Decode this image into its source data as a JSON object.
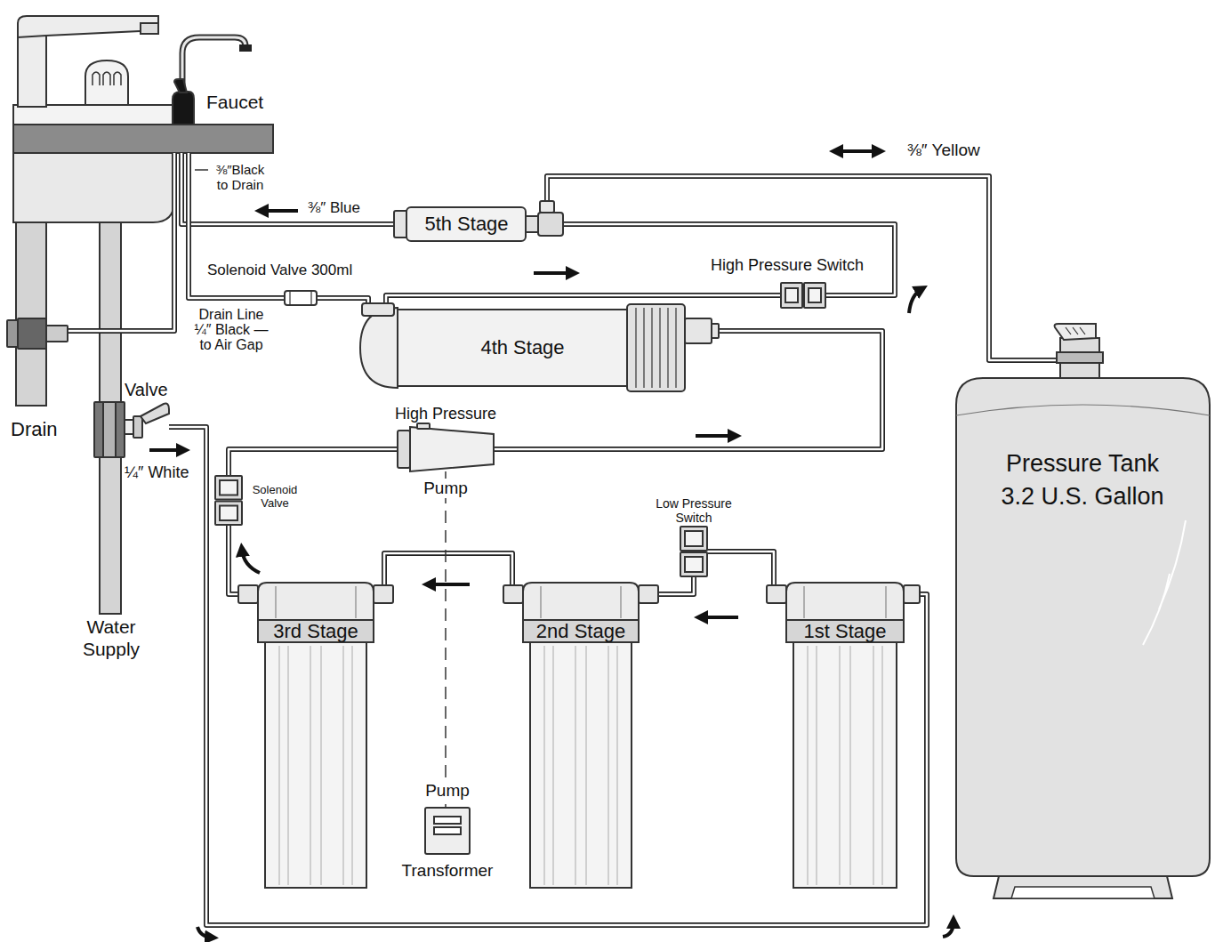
{
  "diagram": {
    "nodes": [
      {
        "text": [
          "Faucet"
        ]
      },
      {
        "text": [
          "5th Stage"
        ]
      },
      {
        "text": [
          "Solenoid Valve 300ml"
        ]
      },
      {
        "text": [
          "High Pressure Switch"
        ]
      },
      {
        "text": [
          "4th Stage"
        ]
      },
      {
        "text": [
          "Valve"
        ]
      },
      {
        "text": [
          "Drain"
        ]
      },
      {
        "text": [
          "High Pressure",
          "Pump"
        ]
      },
      {
        "text": [
          "Solenoid Valve"
        ]
      },
      {
        "text": [
          "Pressure Tank 3.2 U.S. Gallon"
        ]
      },
      {
        "text": [
          "Low Pressure Switch"
        ]
      },
      {
        "text": [
          "3rd Stage"
        ]
      },
      {
        "text": [
          "2nd Stage"
        ]
      },
      {
        "text": [
          "1st Stage"
        ]
      },
      {
        "text": [
          "Pump",
          "Transformer"
        ]
      }
    ],
    "edges": [
      {
        "from": 5,
        "to": 13,
        "label": "¼″ White",
        "arrow": "none"
      },
      {
        "from": 13,
        "to": 10,
        "arrow": "none"
      },
      {
        "from": 10,
        "to": 12,
        "arrow": "none"
      },
      {
        "from": 12,
        "to": 11,
        "arrow": "none"
      },
      {
        "from": 11,
        "to": 8,
        "arrow": "none"
      },
      {
        "from": 8,
        "to": 7,
        "arrow": "none"
      },
      {
        "from": 7,
        "to": 4,
        "arrow": "none"
      },
      {
        "from": 4,
        "to": 3,
        "arrow": "none"
      },
      {
        "from": 3,
        "to": 1,
        "arrow": "none"
      },
      {
        "from": 1,
        "to": 9,
        "label": "⅜″ Yellow",
        "arrow": "none"
      },
      {
        "from": 1,
        "to": 0,
        "label": "⅜″ Blue",
        "arrow": "none"
      },
      {
        "from": 4,
        "to": 2,
        "arrow": "none"
      },
      {
        "from": 2,
        "to": 0,
        "label": "Drain Line ¼″ Black — to Air Gap",
        "arrow": "none"
      },
      {
        "from": 0,
        "to": 6,
        "label": "⅜″Black to Drain",
        "arrow": "none"
      },
      {
        "from": 7,
        "to": 14,
        "arrow": "none"
      }
    ],
    "labels": [
      "Water Supply"
    ]
  }
}
